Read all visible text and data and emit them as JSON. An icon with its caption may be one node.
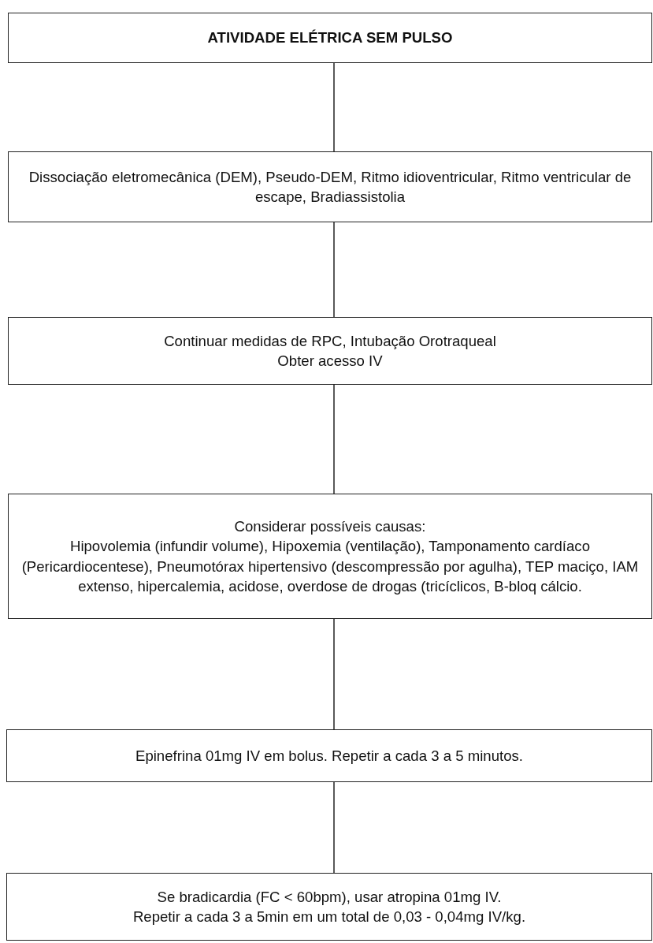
{
  "diagram": {
    "nodes": [
      {
        "text": [
          "ATIVIDADE ELÉTRICA SEM PULSO"
        ]
      },
      {
        "text": [
          "Dissociação eletromecânica (DEM), Pseudo-DEM, Ritmo idioventricular, Ritmo ventricular de escape, Bradiassistolia"
        ]
      },
      {
        "text": [
          "Continuar medidas de RPC, Intubação Orotraqueal",
          "Obter acesso IV"
        ]
      },
      {
        "text": [
          "Considerar possíveis causas:",
          "Hipovolemia (infundir volume), Hipoxemia (ventilação), Tamponamento cardíaco (Pericardiocentese), Pneumotórax hipertensivo (descompressão por agulha), TEP maciço, IAM extenso, hipercalemia, acidose, overdose de drogas (tricíclicos, B-bloq cálcio."
        ]
      },
      {
        "text": [
          "Epinefrina 01mg IV em bolus. Repetir a cada 3 a 5 minutos."
        ]
      },
      {
        "text": [
          "Se bradicardia (FC < 60bpm), usar atropina 01mg IV.",
          "Repetir a cada 3 a 5min em um total de 0,03 - 0,04mg IV/kg."
        ]
      }
    ],
    "edges": [
      {
        "from": 0,
        "to": 1,
        "arrow": "none"
      },
      {
        "from": 1,
        "to": 2,
        "arrow": "none"
      },
      {
        "from": 2,
        "to": 3,
        "arrow": "none"
      },
      {
        "from": 3,
        "to": 4,
        "arrow": "none"
      },
      {
        "from": 4,
        "to": 5,
        "arrow": "none"
      }
    ]
  }
}
